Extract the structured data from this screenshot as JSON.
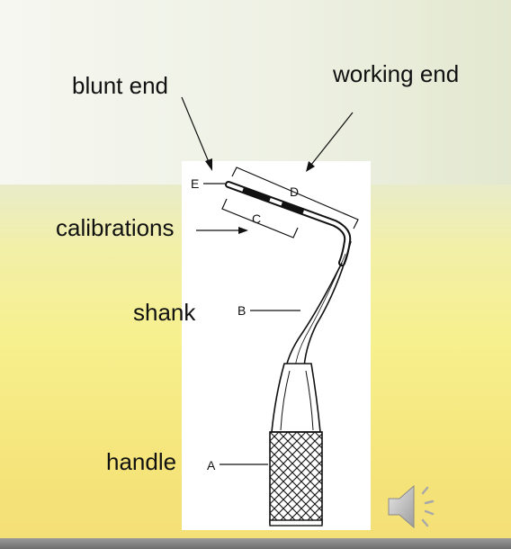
{
  "labels": {
    "blunt_end": "blunt end",
    "working_end": "working end",
    "calibrations": "calibrations",
    "shank": "shank",
    "handle": "handle"
  },
  "parts": {
    "a": "A",
    "b": "B",
    "c": "C",
    "d": "D",
    "e": "E"
  },
  "icons": {
    "audio": "speaker-icon"
  },
  "colors": {
    "ink": "#111111",
    "panel": "#ffffff",
    "speaker": "#bdbdbd"
  }
}
